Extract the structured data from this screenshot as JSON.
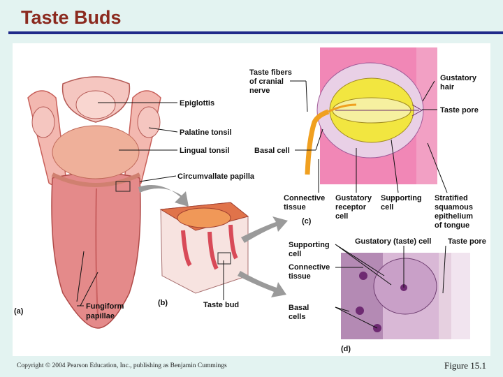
{
  "title": "Taste Buds",
  "labels": {
    "epiglottis": "Epiglottis",
    "palatine_tonsil": "Palatine tonsil",
    "lingual_tonsil": "Lingual tonsil",
    "circumvallate_papilla": "Circumvallate papilla",
    "fungiform_papillae": [
      "Fungiform",
      "papillae"
    ],
    "taste_bud": "Taste bud",
    "taste_fibers": [
      "Taste fibers",
      "of cranial",
      "nerve"
    ],
    "basal_cell": "Basal cell",
    "gustatory_hair": [
      "Gustatory",
      "hair"
    ],
    "taste_pore_c": "Taste pore",
    "connective_tissue_c": [
      "Connective",
      "tissue"
    ],
    "gustatory_receptor_cell": [
      "Gustatory",
      "receptor",
      "cell"
    ],
    "supporting_cell_c": [
      "Supporting",
      "cell"
    ],
    "stratified_epithelium": [
      "Stratified",
      "squamous",
      "epithelium",
      "of tongue"
    ],
    "supporting_cell_d": [
      "Supporting",
      "cell"
    ],
    "gustatory_taste_cell": "Gustatory (taste) cell",
    "taste_pore_d": "Taste pore",
    "connective_tissue_d": [
      "Connective",
      "tissue"
    ],
    "basal_cells": [
      "Basal",
      "cells"
    ]
  },
  "panels": {
    "a": "(a)",
    "b": "(b)",
    "c": "(c)",
    "d": "(d)"
  },
  "copyright": "Copyright © 2004 Pearson Education, Inc., publishing as Benjamin Cummings",
  "figure": "Figure 15.1",
  "colors": {
    "title": "#8b2a1f",
    "rule": "#1f2a8a",
    "background": "#e3f3f1",
    "tongue": "#e48a8a",
    "epithelium": "#f08cb8",
    "receptor": "#f2e640",
    "nerve": "#f0a020"
  }
}
